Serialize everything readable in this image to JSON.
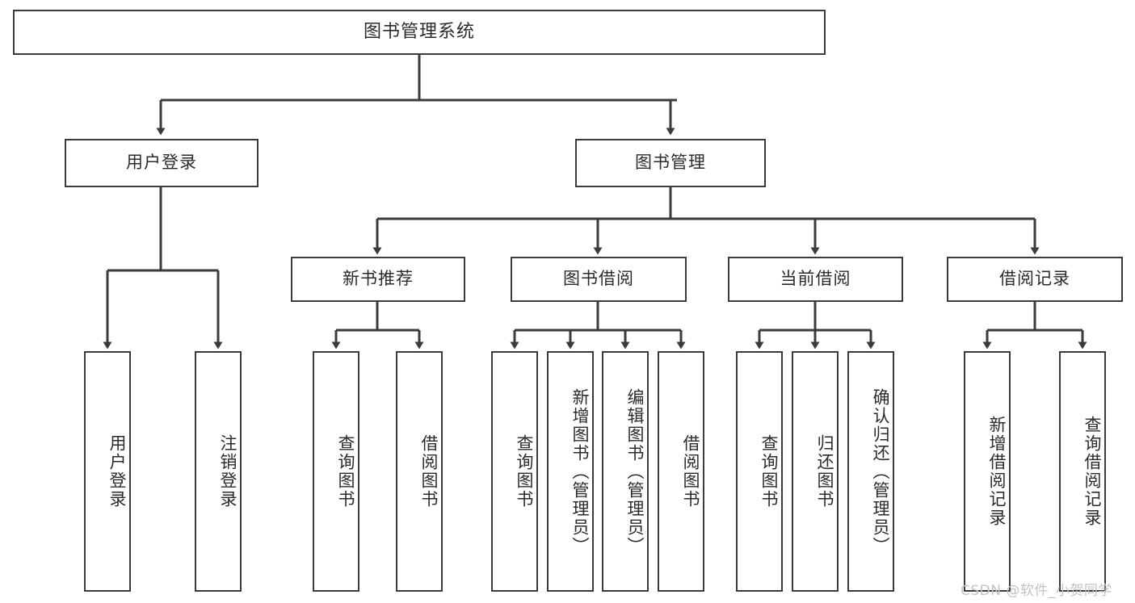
{
  "diagram": {
    "title": "图书管理系统",
    "type": "tree-hierarchy-functional-decomposition",
    "colors": {
      "stroke": "#3b3b3b",
      "box_fill": "#ffffff",
      "text": "#2b2b2b",
      "background": "#ffffff",
      "watermark": "#c3c3c3"
    },
    "root": {
      "label": "图书管理系统"
    },
    "level2": [
      {
        "id": "user-login",
        "label": "用户登录"
      },
      {
        "id": "book-manage",
        "label": "图书管理"
      }
    ],
    "level3": [
      {
        "id": "new-book-recommend",
        "label": "新书推荐"
      },
      {
        "id": "book-borrow",
        "label": "图书借阅"
      },
      {
        "id": "current-borrow",
        "label": "当前借阅"
      },
      {
        "id": "borrow-record",
        "label": "借阅记录"
      }
    ],
    "leaves": {
      "user_login": [
        {
          "id": "leaf-user-login",
          "label": "用户登录"
        },
        {
          "id": "leaf-logout-login",
          "label": "注销登录"
        }
      ],
      "new_book_recommend": [
        {
          "id": "leaf-query-book-1",
          "label": "查询图书"
        },
        {
          "id": "leaf-borrow-book-1",
          "label": "借阅图书"
        }
      ],
      "book_borrow": [
        {
          "id": "leaf-query-book-2",
          "label": "查询图书"
        },
        {
          "id": "leaf-add-book-admin",
          "label": "新增图书（管理员）"
        },
        {
          "id": "leaf-edit-book-admin",
          "label": "编辑图书（管理员）"
        },
        {
          "id": "leaf-borrow-book-2",
          "label": "借阅图书"
        }
      ],
      "current_borrow": [
        {
          "id": "leaf-query-book-3",
          "label": "查询图书"
        },
        {
          "id": "leaf-return-book",
          "label": "归还图书"
        },
        {
          "id": "leaf-confirm-return-admin",
          "label": "确认归还（管理员）"
        }
      ],
      "borrow_record": [
        {
          "id": "leaf-add-borrow-record",
          "label": "新增借阅记录"
        },
        {
          "id": "leaf-query-borrow-record",
          "label": "查询借阅记录"
        }
      ]
    },
    "watermark": "CSDN @软件_小贺同学"
  }
}
